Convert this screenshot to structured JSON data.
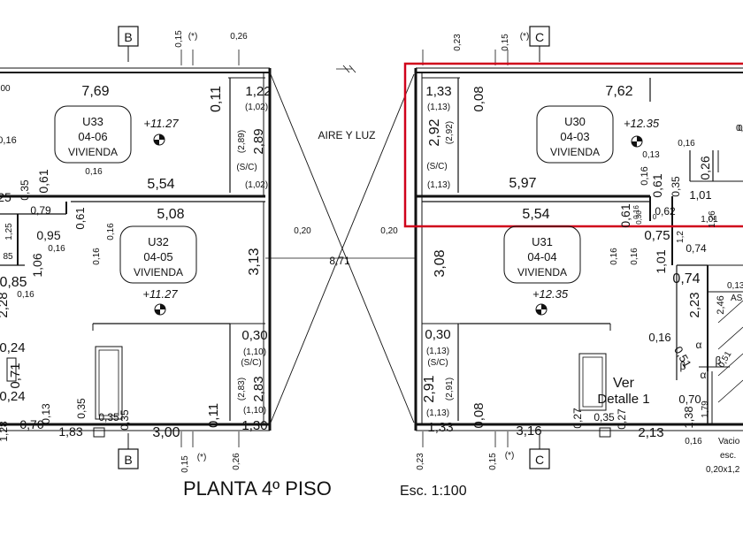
{
  "plan": {
    "title": "PLANTA 4º PISO",
    "scale": "Esc. 1:100",
    "center_label": "AIRE Y LUZ",
    "center_width": "8,71",
    "colors": {
      "line": "#111111",
      "highlight": "#d0021b",
      "background": "#ffffff"
    }
  },
  "sections": {
    "B_top": "B",
    "B_bottom": "B",
    "C_top": "C",
    "C_bottom": "C"
  },
  "units": [
    {
      "code": "U33",
      "ref": "04-06",
      "type": "VIVIENDA",
      "level": "+11.27"
    },
    {
      "code": "U32",
      "ref": "04-05",
      "type": "VIVIENDA",
      "level": "+11.27"
    },
    {
      "code": "U30",
      "ref": "04-03",
      "type": "VIVIENDA",
      "level": "+12.35"
    },
    {
      "code": "U31",
      "ref": "04-04",
      "type": "VIVIENDA",
      "level": "+12.35"
    }
  ],
  "dims": {
    "d01": "0,15",
    "d02": "(*)",
    "d03": "0,26",
    "d04": "0,23",
    "d05": "0,15",
    "d06": "(*)",
    "d07": "00",
    "d08": "7,69",
    "d09": "0,11",
    "d10": "1,22",
    "d11": "(1,02)",
    "d12": "2,89",
    "d13": "(2,89)",
    "d14": "(S/C)",
    "d15": "(1,02)",
    "d16": "0,16",
    "d17": "5,54",
    "d18": "0,35",
    "d19": "0,61",
    "d20": "0,16",
    "d21": "25",
    "d22": "0,79",
    "d23": "5,08",
    "d24": "1,25",
    "d25": "0,95",
    "d26": "0,16",
    "d27": "85",
    "d28": "1,06",
    "d29": "0,61",
    "d30": "0,16",
    "d31": "0,16",
    "d32": "3,13",
    "d33": "0,20",
    "d34": "0,85",
    "d35": "0,16",
    "d36": "2,28",
    "d37": "0,24",
    "d38": "0,71",
    "d39": "0,24",
    "d40": "0,30",
    "d41": "(1,10)",
    "d42": "(S/C)",
    "d43": "2,83",
    "d44": "(2,83)",
    "d45": "(1,10)",
    "d46": "1,30",
    "d47": "0,11",
    "d48": "1,28",
    "d49": "0,70",
    "d50": "0,13",
    "d51": "0,35",
    "d52": "0,35",
    "d53": "0,35",
    "d54": "1,83",
    "d55": "3,00",
    "d56": "0,15",
    "d57": "(*)",
    "d58": "0,26",
    "e01": "1,33",
    "e02": "(1,13)",
    "e03": "2,92",
    "e04": "(2,92)",
    "e05": "(S/C)",
    "e06": "(1,13)",
    "e07": "0,08",
    "e08": "7,62",
    "e09": "0,16",
    "e10": "0,16",
    "e11": "0,13",
    "e12": "0,16",
    "e13": "0,26",
    "e14": "5,97",
    "e15": "0,61",
    "e16": "0,35",
    "e17": "1,01",
    "e18": "5,54",
    "e19": "0,62",
    "e20": "0,61",
    "e21": "0,16",
    "e22": "0,20",
    "e23": "1,01",
    "e24": "3,08",
    "e25": "0,75",
    "e26": "0,74",
    "e27": "1,01",
    "e28": "0,74",
    "e29": "2,23",
    "e30": "2,46",
    "e31": "0,30",
    "e32": "(1,13)",
    "e33": "(S/C)",
    "e34": "2,91",
    "e35": "(2,91)",
    "e36": "(1,13)",
    "e37": "1,33",
    "e38": "0,08",
    "e39": "3,16",
    "e40": "0,27",
    "e41": "0,35",
    "e42": "0,27",
    "e43": "2,13",
    "e44": "1,38",
    "e45": "0,70",
    "e46": "1,79",
    "e47": "0,16",
    "e48": "0,51",
    "e49": "0,51",
    "e50": "0,16",
    "e51": "0,23",
    "e52": "0,15",
    "e53": "(*)",
    "e54": "0,16",
    "e55": "1,26",
    "e56": "0,16",
    "e57": "1,2",
    "e58": "0,13",
    "e59": "0,30",
    "e60": "0",
    "e61": "0,16"
  },
  "callouts": {
    "ver": "Ver",
    "detalle": "Detalle 1",
    "alpha1": "α",
    "alpha2": "α",
    "beta1": "β",
    "beta2": "β",
    "vacio1": "Vacio",
    "vacio2": "esc.",
    "vacio3": "0,20x1,2",
    "as_partial": "AS"
  }
}
